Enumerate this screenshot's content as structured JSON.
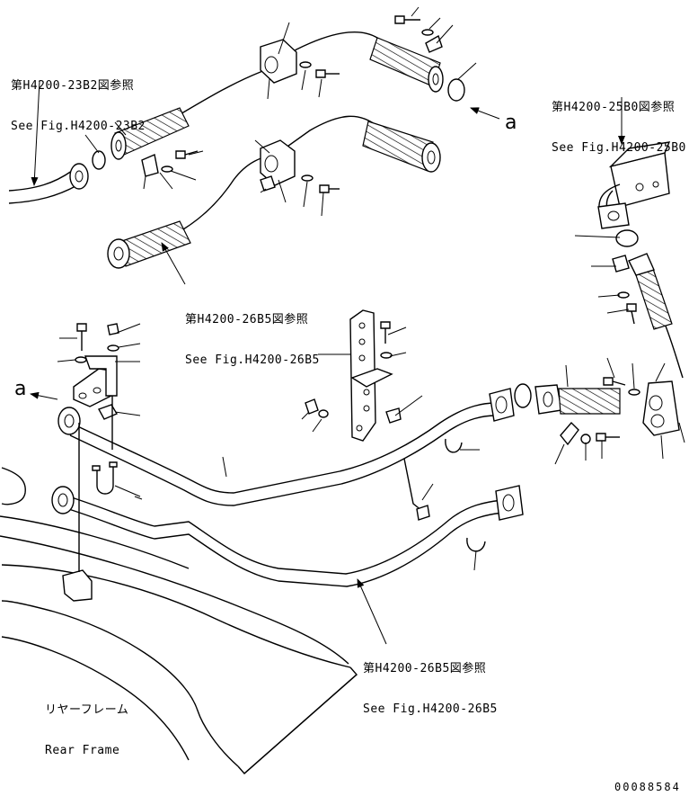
{
  "refs": [
    {
      "jp": "第H4200-23B2図参照",
      "en": "See Fig.H4200-23B2"
    },
    {
      "jp": "第H4200-25B0図参照",
      "en": "See Fig.H4200-25B0"
    },
    {
      "jp": "第H4200-26B5図参照",
      "en": "See Fig.H4200-26B5"
    },
    {
      "jp": "第H4200-26B5図参照",
      "en": "See Fig.H4200-26B5"
    }
  ],
  "frame_label": {
    "jp": "リヤーフレーム",
    "en": "Rear Frame"
  },
  "arrow_letters": [
    "a",
    "a"
  ],
  "drawing_code": "00088584"
}
